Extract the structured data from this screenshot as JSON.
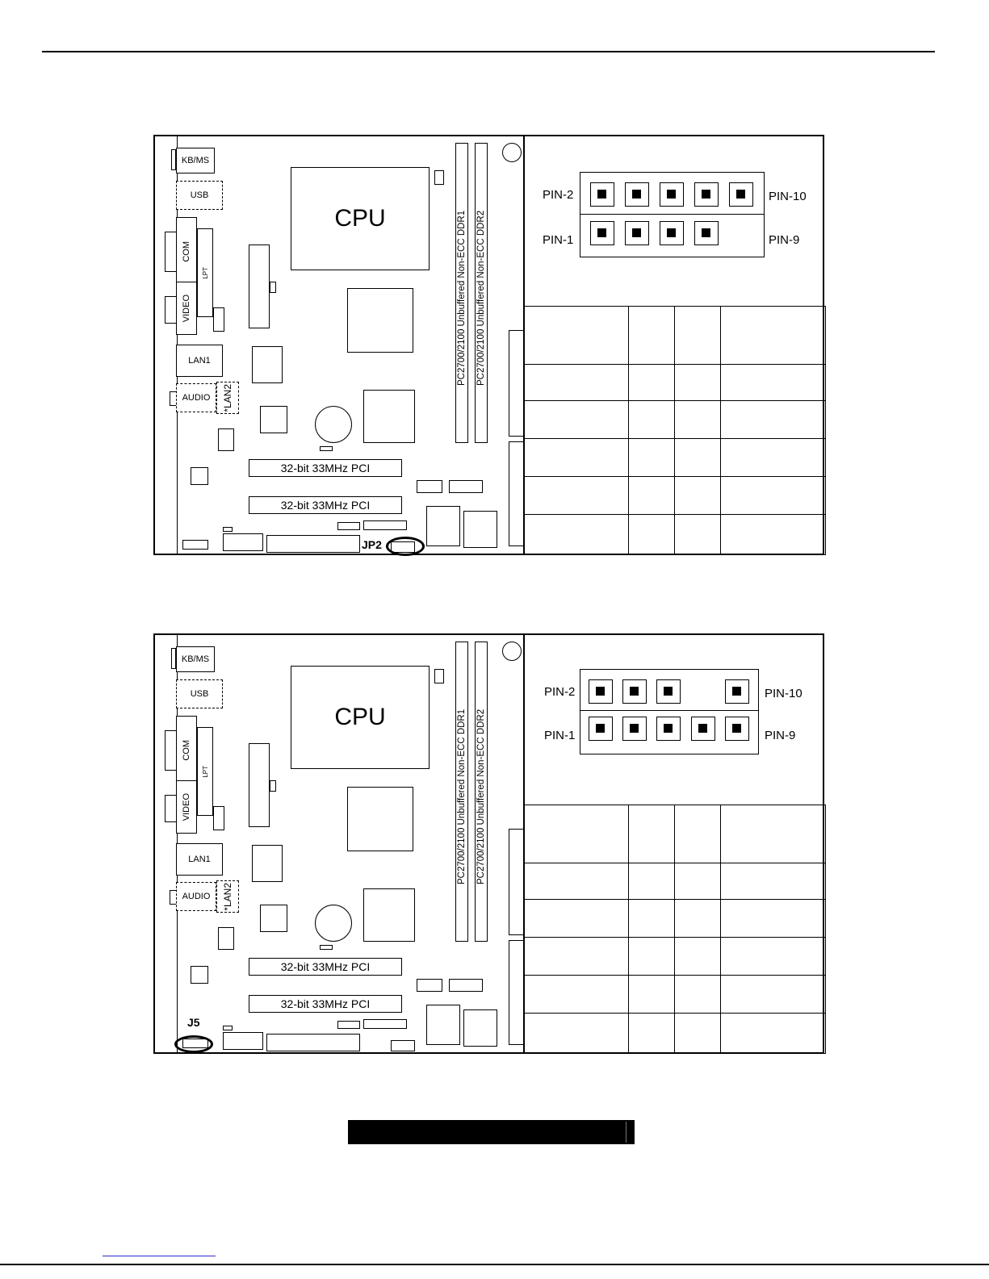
{
  "panels": [
    {
      "board": {
        "ports": {
          "kbms": "KB/MS",
          "usb": "USB",
          "com": "COM",
          "lpt": "LPT",
          "video": "VIDEO",
          "lan1": "LAN1",
          "audio": "AUDIO",
          "lan2": "*LAN2"
        },
        "cpu": "CPU",
        "ddr1": "PC2700/2100 Unbuffered Non-ECC DDR1",
        "ddr2": "PC2700/2100 Unbuffered Non-ECC DDR2",
        "pci1": "32-bit 33MHz PCI",
        "pci2": "32-bit 33MHz PCI",
        "jumper": "JP2"
      },
      "pins": {
        "top_left": "PIN-2",
        "top_right": "PIN-10",
        "bottom_left": "PIN-1",
        "bottom_right": "PIN-9"
      }
    },
    {
      "board": {
        "ports": {
          "kbms": "KB/MS",
          "usb": "USB",
          "com": "COM",
          "lpt": "LPT",
          "video": "VIDEO",
          "lan1": "LAN1",
          "audio": "AUDIO",
          "lan2": "*LAN2"
        },
        "cpu": "CPU",
        "ddr1": "PC2700/2100 Unbuffered Non-ECC DDR1",
        "ddr2": "PC2700/2100 Unbuffered Non-ECC DDR2",
        "pci1": "32-bit 33MHz PCI",
        "pci2": "32-bit 33MHz PCI",
        "jumper": "J5"
      },
      "pins": {
        "top_left": "PIN-2",
        "top_right": "PIN-10",
        "bottom_left": "PIN-1",
        "bottom_right": "PIN-9"
      }
    }
  ]
}
